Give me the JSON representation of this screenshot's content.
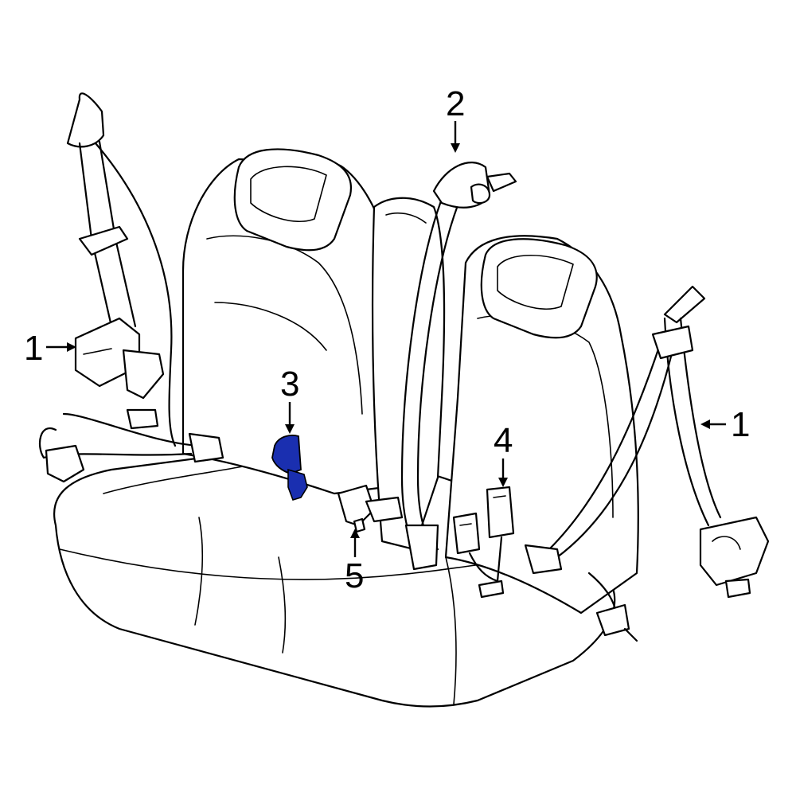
{
  "callouts": [
    {
      "id": "c1-left",
      "label": "1"
    },
    {
      "id": "c2",
      "label": "2"
    },
    {
      "id": "c3",
      "label": "3"
    },
    {
      "id": "c4",
      "label": "4"
    },
    {
      "id": "c5",
      "label": "5"
    },
    {
      "id": "c1-right",
      "label": "1"
    }
  ],
  "colors": {
    "highlight": "#1a2fb0",
    "line": "#000000",
    "background": "#ffffff"
  }
}
